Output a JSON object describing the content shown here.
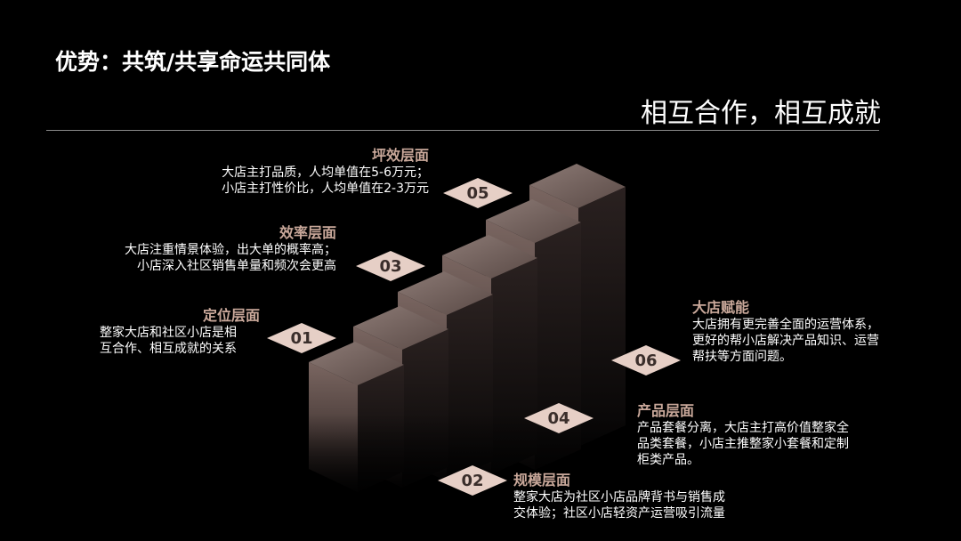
{
  "title": "优势：共筑/共享命运共同体",
  "subtitle": "相互合作，相互成就",
  "levels": {
    "l05": {
      "num": "05",
      "heading": "坪效层面",
      "line1": "大店主打品质，人均单值在5-6万元；",
      "line2": "小店主打性价比，人均单值在2-3万元"
    },
    "l03": {
      "num": "03",
      "heading": "效率层面",
      "line1": "大店注重情景体验，出大单的概率高；",
      "line2": "小店深入社区销售单量和频次会更高"
    },
    "l01": {
      "num": "01",
      "heading": "定位层面",
      "line1": "整家大店和社区小店是相",
      "line2": "互合作、相互成就的关系"
    },
    "l06": {
      "num": "06",
      "heading": "大店赋能",
      "line1": "大店拥有更完善全面的运营体系，",
      "line2": "更好的帮小店解决产品知识、运营",
      "line3": "帮扶等方面问题。"
    },
    "l04": {
      "num": "04",
      "heading": "产品层面",
      "line1": "产品套餐分离，大店主打高价值整家全",
      "line2": "品类套餐，小店主推整家小套餐和定制",
      "line3": "柜类产品。"
    },
    "l02": {
      "num": "02",
      "heading": "规模层面",
      "line1": "整家大店为社区小店品牌背书与销售成",
      "line2": "交体验；社区小店轻资产运营吸引流量"
    }
  },
  "colors": {
    "accent": "#c9a89a",
    "badge_fill": "#e6cfc6",
    "badge_text": "#3a2e2b",
    "background": "#000000"
  }
}
